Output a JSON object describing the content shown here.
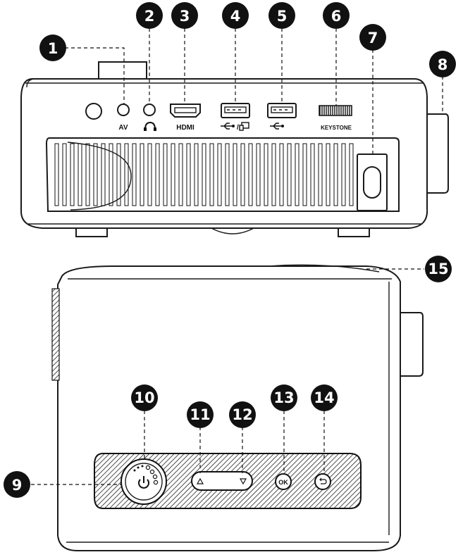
{
  "diagram": {
    "port_labels": {
      "av": "AV",
      "hdmi": "HDMI",
      "keystone": "KEYSTONE"
    },
    "buttons": {
      "ok": "OK"
    },
    "callouts": [
      "1",
      "2",
      "3",
      "4",
      "5",
      "6",
      "7",
      "8",
      "9",
      "10",
      "11",
      "12",
      "13",
      "14",
      "15"
    ],
    "icons": [
      "headphone-icon",
      "usb-icon",
      "screen-mirror-icon",
      "power-icon",
      "up-arrow-icon",
      "down-arrow-icon",
      "back-icon"
    ]
  }
}
